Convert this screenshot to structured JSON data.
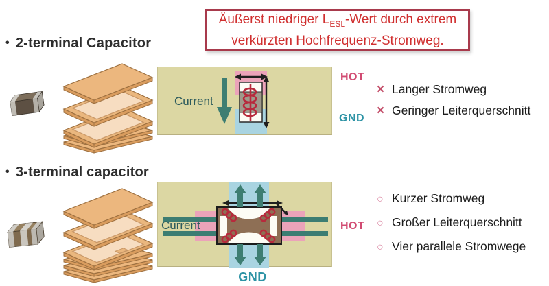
{
  "colors": {
    "title_red": "#d02f2f",
    "title_border": "#a83a4c",
    "heading_dark": "#2e2e2e",
    "hot_pink": "#d14b72",
    "gnd_teal": "#2d93a5",
    "current_teal": "#2c5a5c",
    "khaki_bg": "#dcd7a3",
    "teal_arrow": "#3e7e72",
    "pink_band": "#eba3b9",
    "blue_band": "#a9d4e1",
    "coil_red": "#b72a3c",
    "cross_pink": "#c4506b",
    "circle_pink": "#d9839f",
    "text_dark": "#1c1c1c"
  },
  "title": {
    "line1_pre": "Äußerst niedriger L",
    "line1_sub": "ESL",
    "line1_post": "-Wert durch extrem",
    "line2": "verkürzten Hochfrequenz-Stromweg."
  },
  "sections": {
    "two_terminal": {
      "bullet": "•",
      "heading": "2-terminal Capacitor",
      "current_label": "Current",
      "hot_label": "HOT",
      "gnd_label": "GND",
      "items": [
        {
          "marker": "×",
          "text": "Langer Stromweg"
        },
        {
          "marker": "×",
          "text": "Geringer Leiterquerschnitt"
        }
      ]
    },
    "three_terminal": {
      "bullet": "•",
      "heading": "3-terminal capacitor",
      "current_label": "Current",
      "hot_label": "HOT",
      "gnd_label": "GND",
      "items": [
        {
          "marker": "○",
          "text": "Kurzer Stromweg"
        },
        {
          "marker": "○",
          "text": "Großer Leiterquerschnitt"
        },
        {
          "marker": "○",
          "text": "Vier parallele Stromwege"
        }
      ]
    }
  }
}
